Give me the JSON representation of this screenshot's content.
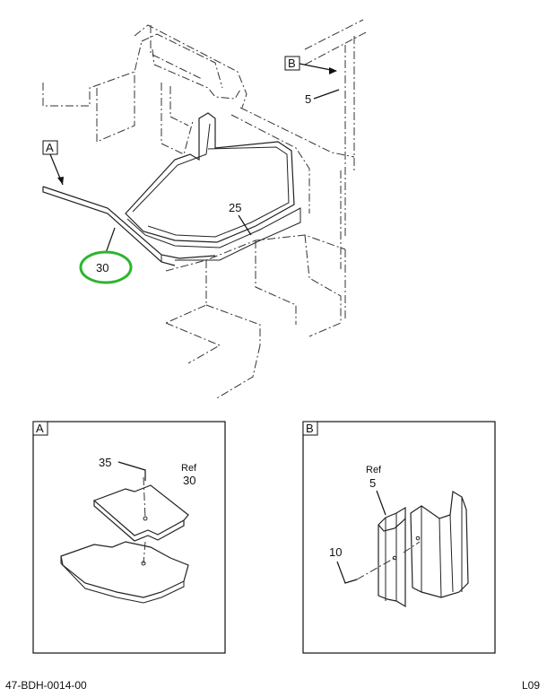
{
  "callouts": {
    "view_a_label": "A",
    "view_b_label": "B",
    "item_5": "5",
    "item_25": "25",
    "item_30": "30",
    "item_35": "35",
    "item_10": "10",
    "ref": "Ref",
    "ref_30": "30",
    "ref_5": "5"
  },
  "highlight_color": "#2db52d",
  "footer": {
    "drawing_id": "47-BDH-0014-00",
    "sheet_code": "L09"
  }
}
